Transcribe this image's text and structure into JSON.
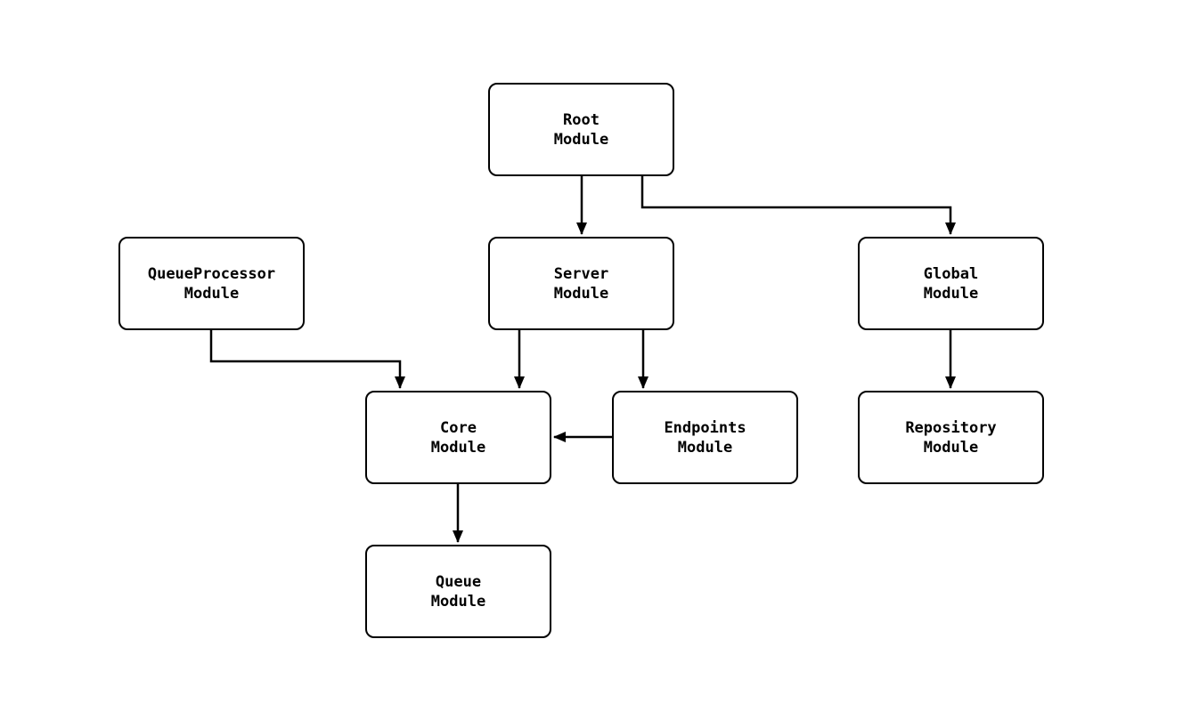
{
  "diagram": {
    "type": "module-dependency-flowchart",
    "background_color": "#ffffff",
    "line_color": "#000000",
    "nodes": {
      "root": {
        "label": "Root\nModule"
      },
      "queueproc": {
        "label": "QueueProcessor\nModule"
      },
      "server": {
        "label": "Server\nModule"
      },
      "global": {
        "label": "Global\nModule"
      },
      "core": {
        "label": "Core\nModule"
      },
      "endpoints": {
        "label": "Endpoints\nModule"
      },
      "repository": {
        "label": "Repository\nModule"
      },
      "queue": {
        "label": "Queue\nModule"
      }
    },
    "edges": [
      {
        "from": "root",
        "to": "server"
      },
      {
        "from": "root",
        "to": "global"
      },
      {
        "from": "queueproc",
        "to": "core"
      },
      {
        "from": "server",
        "to": "core"
      },
      {
        "from": "server",
        "to": "endpoints"
      },
      {
        "from": "endpoints",
        "to": "core"
      },
      {
        "from": "global",
        "to": "repository"
      },
      {
        "from": "core",
        "to": "queue"
      }
    ]
  }
}
